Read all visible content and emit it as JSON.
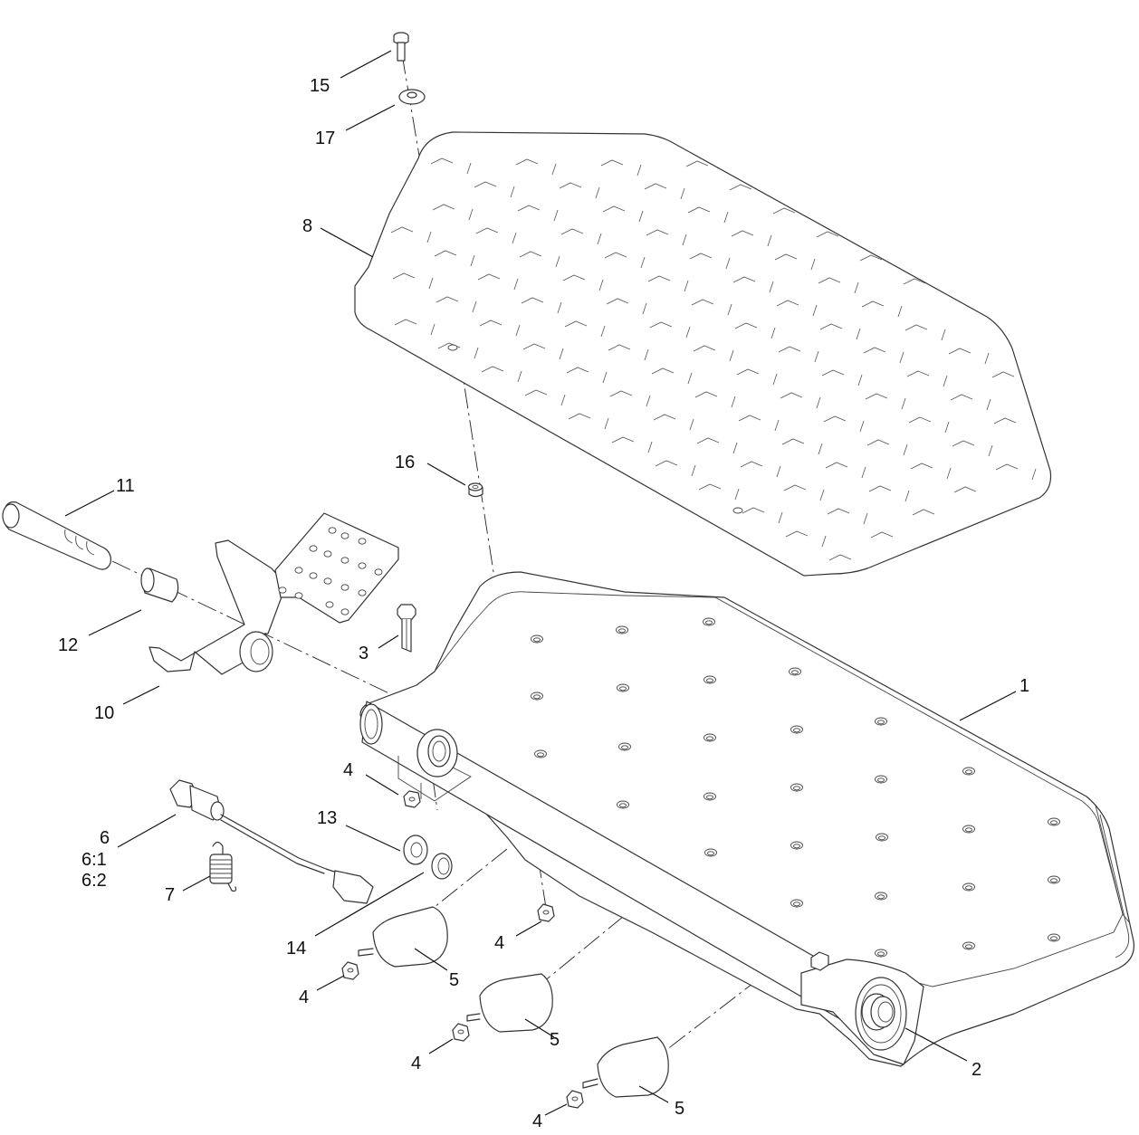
{
  "callouts": {
    "c15": "15",
    "c17": "17",
    "c8": "8",
    "c16": "16",
    "c11": "11",
    "c12": "12",
    "c3": "3",
    "c10": "10",
    "c1": "1",
    "c4a": "4",
    "c13": "13",
    "c6": "6",
    "c6_1": "6:1",
    "c6_2": "6:2",
    "c7": "7",
    "c14": "14",
    "c4b": "4",
    "c4c": "4",
    "c5a": "5",
    "c4d": "4",
    "c5b": "5",
    "c2": "2",
    "c4e": "4",
    "c5c": "5"
  }
}
